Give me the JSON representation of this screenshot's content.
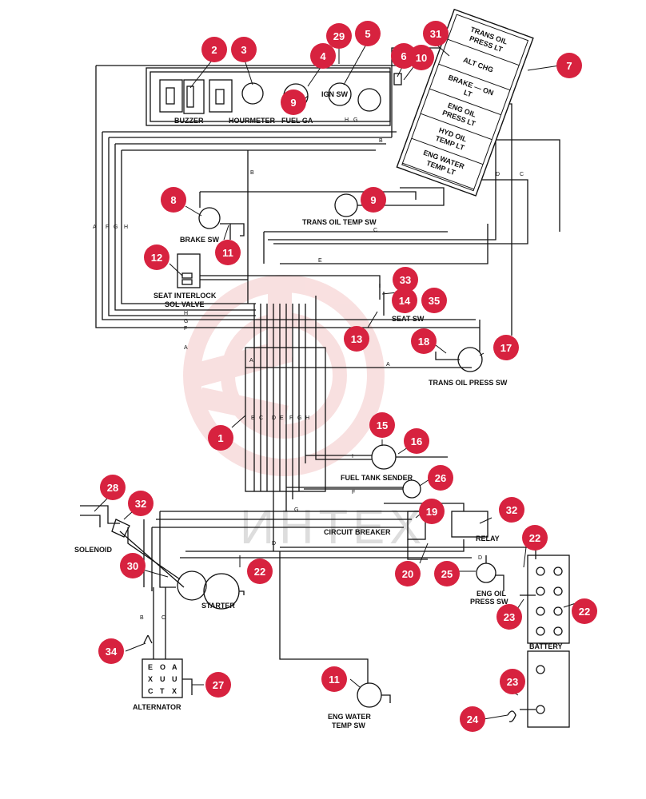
{
  "components": {
    "buzzer": "BUZZER",
    "hourmeter": "HOURMETER",
    "fuel_ga": "FUEL GA",
    "ign_sw": "IGN SW",
    "brake_sw": "BRAKE SW",
    "trans_oil_temp_sw": "TRANS OIL TEMP SW",
    "seat_interlock_1": "SEAT INTERLOCK",
    "seat_interlock_2": "SOL VALVE",
    "seat_sw": "SEAT SW",
    "trans_oil_press_sw": "TRANS OIL PRESS SW",
    "fuel_tank_sender": "FUEL TANK SENDER",
    "circuit_breaker": "CIRCUIT BREAKER",
    "relay": "RELAY",
    "solenoid": "SOLENOID",
    "starter": "STARTER",
    "eng_oil_press_1": "ENG OIL",
    "eng_oil_press_2": "PRESS SW",
    "battery": "BATTERY",
    "alternator": "ALTERNATOR",
    "eng_water_temp_1": "ENG WATER",
    "eng_water_temp_2": "TEMP SW"
  },
  "lamp_panel": [
    [
      "TRANS OIL",
      "PRESS LT"
    ],
    [
      "ALT CHG"
    ],
    [
      "BRAKE — ON",
      "LT"
    ],
    [
      "ENG OIL",
      "PRESS LT"
    ],
    [
      "HYD OIL",
      "TEMP LT"
    ],
    [
      "ENG WATER",
      "TEMP LT"
    ]
  ],
  "alternator_terminals": [
    "E",
    "O",
    "A",
    "X",
    "U",
    "U",
    "C",
    "T",
    "X"
  ],
  "wire_letters": {
    "a": "A",
    "b": "B",
    "c": "C",
    "d": "D",
    "e": "E",
    "f": "F",
    "g": "G",
    "h": "H",
    "i": "I"
  },
  "callouts": [
    {
      "n": "2"
    },
    {
      "n": "3"
    },
    {
      "n": "29"
    },
    {
      "n": "5"
    },
    {
      "n": "4"
    },
    {
      "n": "6"
    },
    {
      "n": "10"
    },
    {
      "n": "31"
    },
    {
      "n": "7"
    },
    {
      "n": "9"
    },
    {
      "n": "8"
    },
    {
      "n": "11"
    },
    {
      "n": "9"
    },
    {
      "n": "12"
    },
    {
      "n": "33"
    },
    {
      "n": "14"
    },
    {
      "n": "35"
    },
    {
      "n": "13"
    },
    {
      "n": "18"
    },
    {
      "n": "17"
    },
    {
      "n": "1"
    },
    {
      "n": "15"
    },
    {
      "n": "16"
    },
    {
      "n": "26"
    },
    {
      "n": "28"
    },
    {
      "n": "32"
    },
    {
      "n": "19"
    },
    {
      "n": "32"
    },
    {
      "n": "22"
    },
    {
      "n": "30"
    },
    {
      "n": "22"
    },
    {
      "n": "20"
    },
    {
      "n": "25"
    },
    {
      "n": "22"
    },
    {
      "n": "23"
    },
    {
      "n": "34"
    },
    {
      "n": "27"
    },
    {
      "n": "11"
    },
    {
      "n": "23"
    },
    {
      "n": "24"
    }
  ],
  "watermark": "ИНТЕХ",
  "colors": {
    "callout": "#d7223f",
    "line": "#111111",
    "watermark": "#f4c7c7"
  }
}
